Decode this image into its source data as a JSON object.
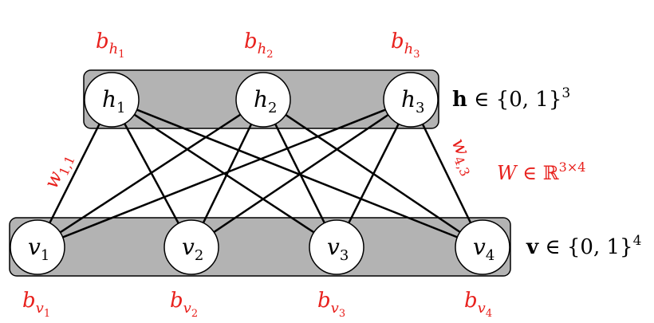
{
  "diagram": {
    "hidden_nodes": [
      {
        "id": "h1",
        "base": "h",
        "sub": "1"
      },
      {
        "id": "h2",
        "base": "h",
        "sub": "2"
      },
      {
        "id": "h3",
        "base": "h",
        "sub": "3"
      }
    ],
    "visible_nodes": [
      {
        "id": "v1",
        "base": "v",
        "sub": "1"
      },
      {
        "id": "v2",
        "base": "v",
        "sub": "2"
      },
      {
        "id": "v3",
        "base": "v",
        "sub": "3"
      },
      {
        "id": "v4",
        "base": "v",
        "sub": "4"
      }
    ],
    "hidden_biases": [
      {
        "base": "b",
        "sub": "h",
        "subsub": "1"
      },
      {
        "base": "b",
        "sub": "h",
        "subsub": "2"
      },
      {
        "base": "b",
        "sub": "h",
        "subsub": "3"
      }
    ],
    "visible_biases": [
      {
        "base": "b",
        "sub": "v",
        "subsub": "1"
      },
      {
        "base": "b",
        "sub": "v",
        "subsub": "2"
      },
      {
        "base": "b",
        "sub": "v",
        "subsub": "3"
      },
      {
        "base": "b",
        "sub": "v",
        "subsub": "4"
      }
    ],
    "hidden_layer_label": {
      "bold": "h",
      "rest": " ∈ {0, 1}",
      "sup": "3"
    },
    "visible_layer_label": {
      "bold": "v",
      "rest": " ∈ {0, 1}",
      "sup": "4"
    },
    "weight_matrix_label": {
      "base": "W",
      "rest": " ∈ ℝ",
      "sup": "3×4"
    },
    "weight_labels": [
      {
        "base": "w",
        "sub": "1,1"
      },
      {
        "base": "w",
        "sub": "4,3"
      }
    ],
    "colors": {
      "red": "#e8201c",
      "layer_fill": "#b3b3b3",
      "stroke": "#000000",
      "node_fill": "#ffffff"
    }
  }
}
